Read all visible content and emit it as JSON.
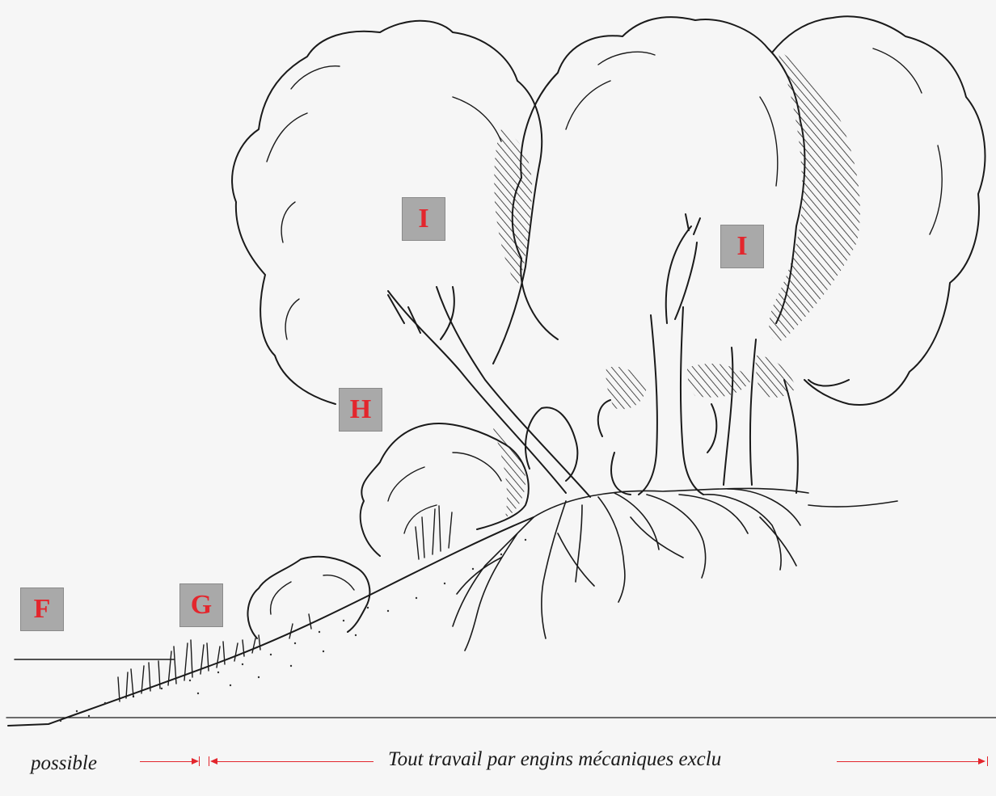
{
  "labels": {
    "f": "F",
    "g": "G",
    "h": "H",
    "i_left": "I",
    "i_right": "I"
  },
  "captions": {
    "left": "possible",
    "main": "Tout travail par engins mécaniques exclu"
  },
  "colors": {
    "label_text": "#e3262d",
    "label_box": "#a9a9a9",
    "arrow": "#e3262d",
    "ink": "#1a1a1a"
  }
}
